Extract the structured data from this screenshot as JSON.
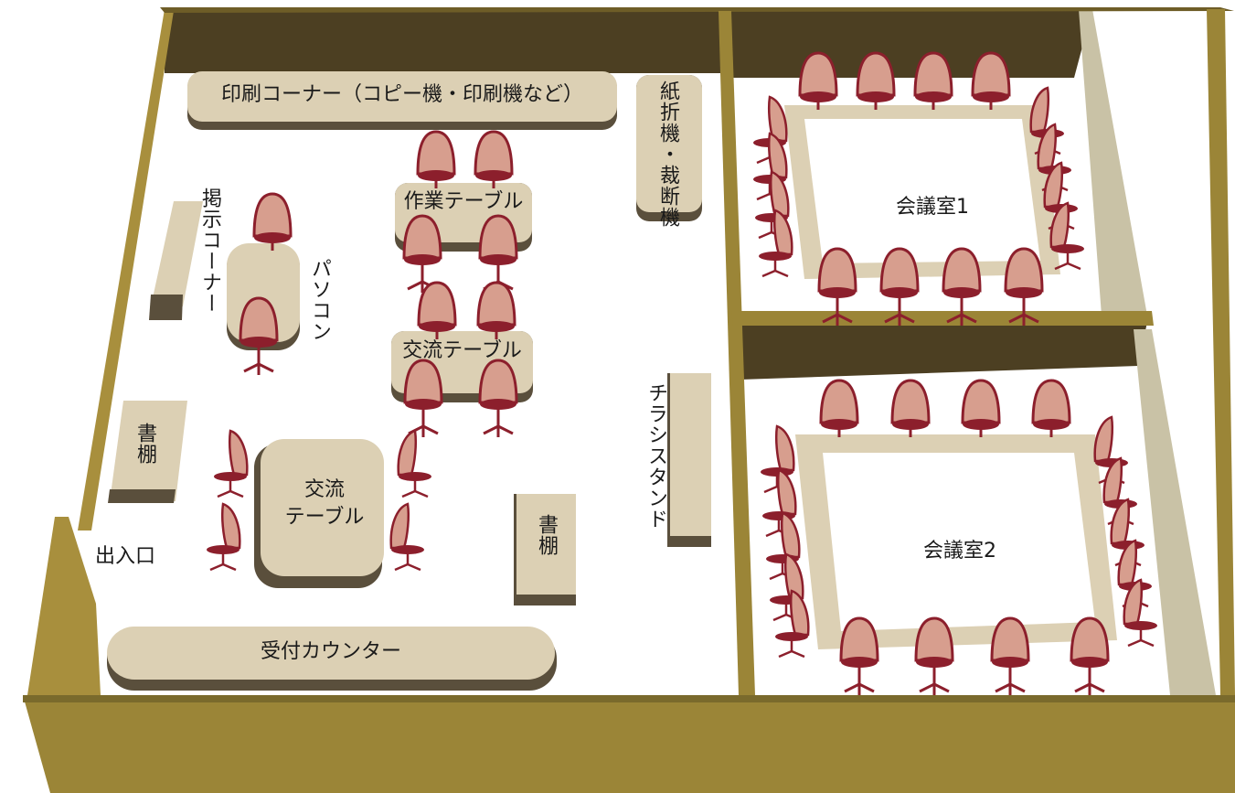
{
  "labels": {
    "print_corner": "印刷コーナー（コピー機・印刷機など）",
    "paper_folder": "紙折機・裁断機",
    "work_table": "作業テーブル",
    "exchange_table_top": "交流テーブル",
    "exchange_table_bottom_line1": "交流",
    "exchange_table_bottom_line2": "テーブル",
    "bulletin_corner": "掲示コーナー",
    "pc": "パソコン",
    "bookshelf_left": "書棚",
    "bookshelf_center": "書棚",
    "flyer_stand": "チラシスタンド",
    "entrance": "出入口",
    "reception": "受付カウンター",
    "meeting_room_1": "会議室1",
    "meeting_room_2": "会議室2"
  },
  "colors": {
    "wall_front": "#9b8537",
    "wall_side": "#a88f3d",
    "wall_top_dark": "#4c3f22",
    "wall_edge": "#6e5d27",
    "furniture": "#dcd0b4",
    "furniture_shadow": "#5a4f3c",
    "chair_seat": "#d79e8e",
    "chair_frame": "#8c1f2c",
    "floor": "#ffffff"
  }
}
